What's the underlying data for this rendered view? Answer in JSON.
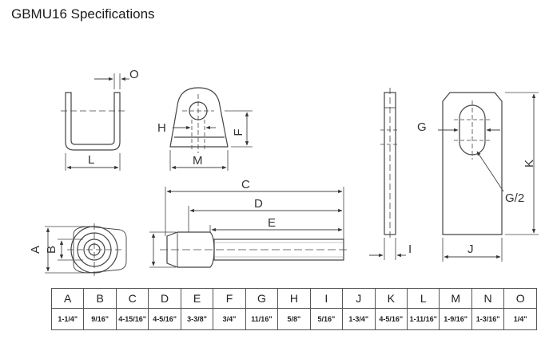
{
  "title": "GBMU16 Specifications",
  "labels": {
    "O": "O",
    "L": "L",
    "H": "H",
    "F": "F",
    "M": "M",
    "C": "C",
    "D": "D",
    "E": "E",
    "A": "A",
    "B": "B",
    "G": "G",
    "K": "K",
    "G2": "G/2",
    "I": "I",
    "J": "J"
  },
  "table": {
    "headers": [
      "A",
      "B",
      "C",
      "D",
      "E",
      "F",
      "G",
      "H",
      "I",
      "J",
      "K",
      "L",
      "M",
      "N",
      "O"
    ],
    "values": [
      "1-1/4\"",
      "9/16\"",
      "4-15/16\"",
      "4-5/16\"",
      "3-3/8\"",
      "3/4\"",
      "11/16\"",
      "5/8\"",
      "5/16\"",
      "1-3/4\"",
      "4-5/16\"",
      "1-11/16\"",
      "1-9/16\"",
      "1-3/16\"",
      "1/4\""
    ]
  }
}
